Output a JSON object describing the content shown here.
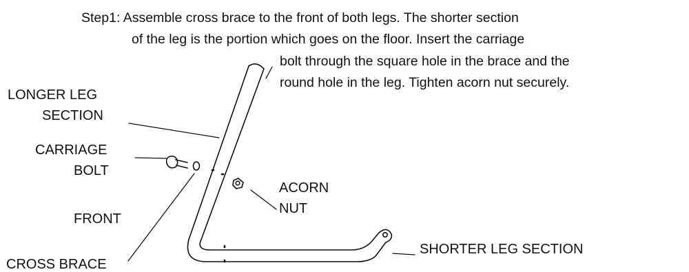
{
  "instructions": {
    "line1": "Step1: Assemble cross brace to the front of both legs.  The shorter section",
    "line2": "of the leg is the portion which goes on the floor. Insert the carriage",
    "line3": "bolt through the square hole in the brace and the",
    "line4": "round hole in the leg.  Tighten acorn nut securely."
  },
  "labels": {
    "longer_leg_1": "LONGER LEG",
    "longer_leg_2": "SECTION",
    "carriage_bolt_1": "CARRIAGE",
    "carriage_bolt_2": "BOLT",
    "acorn_nut_1": "ACORN",
    "acorn_nut_2": "NUT",
    "front": "FRONT",
    "cross_brace": "CROSS BRACE",
    "shorter_leg": "SHORTER LEG SECTION"
  }
}
